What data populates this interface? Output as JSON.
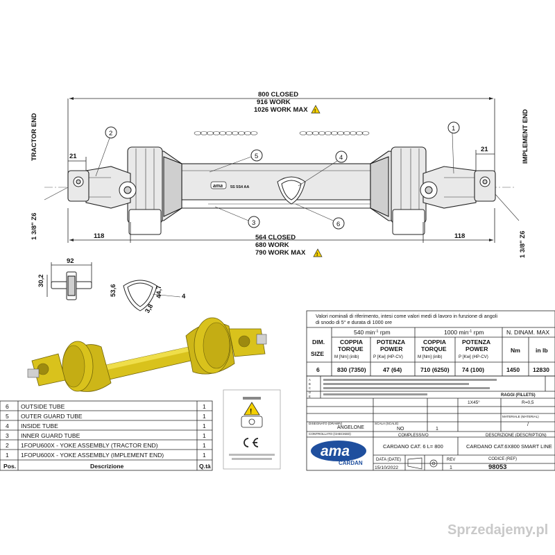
{
  "dims": {
    "d800": "800 CLOSED",
    "d916": "916  WORK",
    "d1026": "1026 WORK MAX",
    "d564": "564  CLOSED",
    "d680": "680  WORK",
    "d790": "790  WORK MAX",
    "left_off": "21",
    "right_off": "21",
    "left_118": "118",
    "right_118": "118",
    "tractor_end": "TRACTOR END",
    "implement_end": "IMPLEMENT END",
    "left_spline": "1 3/8\" Z6",
    "right_spline": "1 3/8\" Z6",
    "cross_w": "92",
    "cross_h": "30,2",
    "tube_h1": "53,6",
    "tube_h2": "44,7",
    "tube_t1": "3,8",
    "tube_t2": "4",
    "brand_stamp": "ama",
    "tube_mark": "5S  5S4  AA",
    "callouts": [
      "1",
      "2",
      "3",
      "4",
      "5",
      "6"
    ]
  },
  "perf": {
    "header": "Valori nominali di riferimento, intesi come valori medi di lavoro in funzione di angoli",
    "header2": "di snodo di 5° e durata  di 1000 ore",
    "rpm540": "540 min",
    "rpm1000": "1000 min",
    "rpm_exp": "-1",
    "rpm_unit": "rpm",
    "ndin": "N. DINAM. MAX",
    "dim": "DIM.",
    "size": "SIZE",
    "coppia": "COPPIA",
    "torque": "TORQUE",
    "torque_unit": "M [Nm] (inlb)",
    "potenza": "POTENZA",
    "power": "POWER",
    "power_unit": "P [Kw] (HP-CV)",
    "nm": "Nm",
    "inlb": "in lb",
    "row": {
      "size": "6",
      "t540": "830 (7350)",
      "p540": "47 (64)",
      "t1000": "710 (6250)",
      "p1000": "74 (100)",
      "nm": "1450",
      "inlb": "12830"
    }
  },
  "title_block": {
    "raggi": "RAGGI (FILLETS)",
    "raggi_val": "R=0,5",
    "chamfer": "1X45°",
    "designer_lbl": "DISEGNATO (DRAWN)",
    "designer": "ANGELONE",
    "scale_lbl": "SCALA (SCALE)",
    "scale": "NO",
    "sheet_val": "1",
    "material_lbl": "MATERIALE (MATERIAL)",
    "material": "/",
    "controlled_lbl": "CONTROLLATO (CHECKED)",
    "complessivo": "COMPLESSIVO",
    "descr_lbl": "DESCRIZIONE (DESCRIPTION)",
    "model": "CARDANO CAT. 6 L= 800",
    "description": "CARDANO CAT.6X800 SMART LINE",
    "code_lbl": "CODICE (REF)",
    "date_lbl": "DATA (DATE)",
    "date": "15/10/2022",
    "rev_lbl": "REV",
    "rev": "1",
    "code": "98053",
    "logo": "ama",
    "logo_sub": "CARDAN",
    "side_rows": [
      "A",
      "B",
      "C",
      "D",
      "E"
    ]
  },
  "bom": {
    "rows": [
      {
        "pos": "6",
        "desc": "OUTSIDE TUBE",
        "qty": "1"
      },
      {
        "pos": "5",
        "desc": "OUTER GUARD TUBE",
        "qty": "1"
      },
      {
        "pos": "4",
        "desc": "INSIDE TUBE",
        "qty": "1"
      },
      {
        "pos": "3",
        "desc": "INNER GUARD TUBE",
        "qty": "1"
      },
      {
        "pos": "2",
        "desc": "1FOPU600X  -  YOKE ASSEMBLY (TRACTOR END)",
        "qty": "1"
      },
      {
        "pos": "1",
        "desc": "1FOPU600X  -  YOKE ASSEMBLY (IMPLEMENT END)",
        "qty": "1"
      }
    ],
    "h_pos": "Pos.",
    "h_desc": "Descrizione",
    "h_qty": "Q.tà"
  },
  "watermark": "Sprzedajemy.pl",
  "colors": {
    "shaft_yellow": "#d9c21c",
    "shaft_yellow_dark": "#9d8a10",
    "logo_blue": "#1f4f9e",
    "warning_yellow": "#f4d000"
  }
}
